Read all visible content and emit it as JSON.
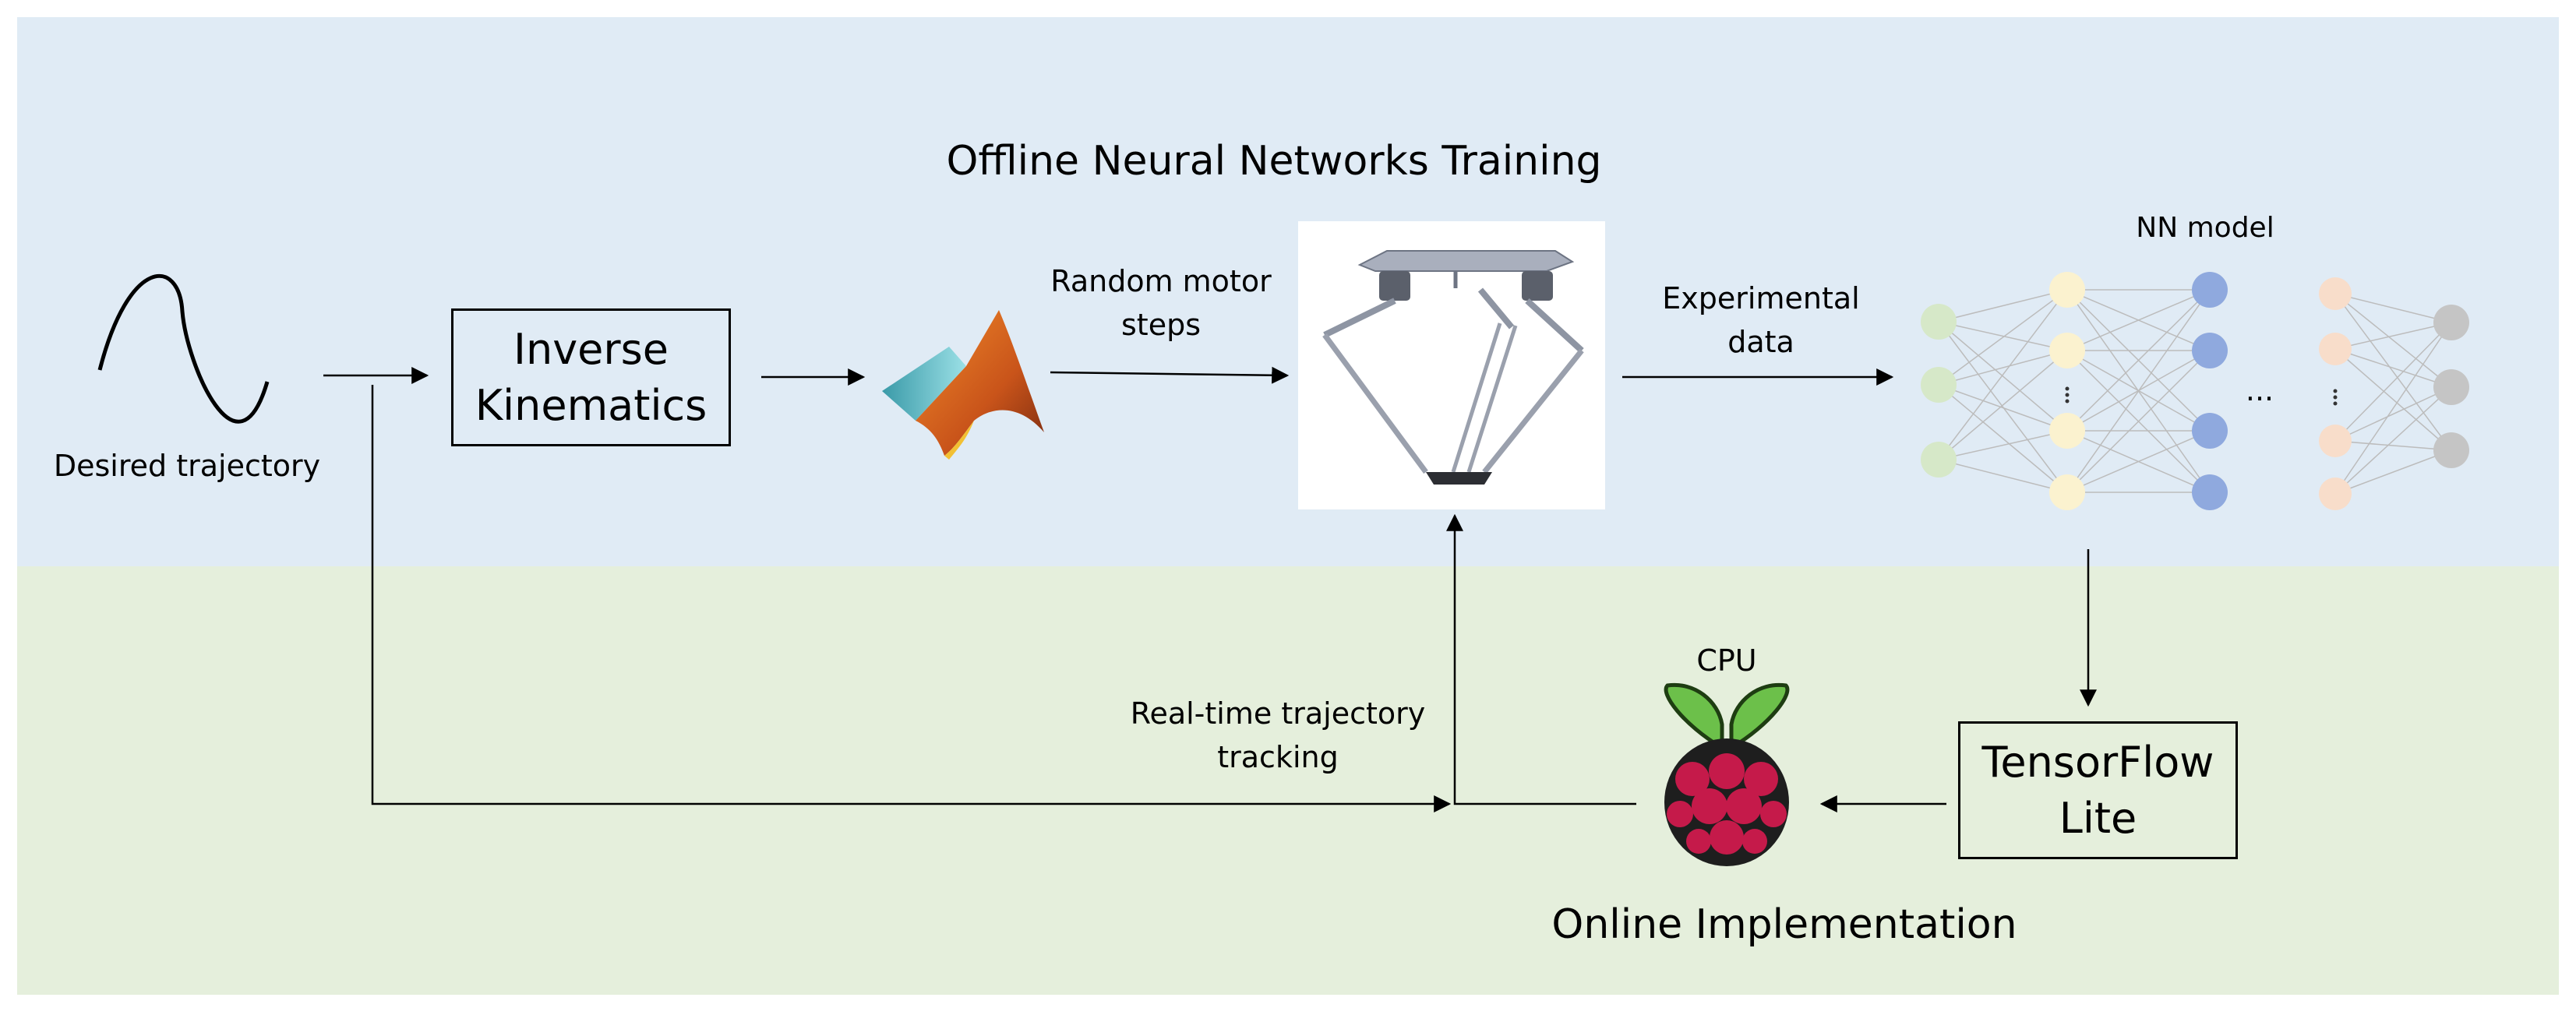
{
  "sections": {
    "offline_title": "Offline Neural Networks Training",
    "online_title": "Online Implementation"
  },
  "labels": {
    "desired_trajectory": "Desired trajectory",
    "random_motor_steps_1": "Random motor",
    "random_motor_steps_2": "steps",
    "experimental_data_1": "Experimental",
    "experimental_data_2": "data",
    "nn_model": "NN model",
    "cpu": "CPU",
    "realtime_1": "Real-time trajectory",
    "realtime_2": "tracking",
    "nn_ellipsis": "..."
  },
  "boxes": {
    "inverse_kinematics_1": "Inverse",
    "inverse_kinematics_2": "Kinematics",
    "tensorflow_lite_1": "TensorFlow",
    "tensorflow_lite_2": "Lite"
  },
  "colors": {
    "offline_bg": "#e0ebf5",
    "online_bg": "#e5efdc",
    "nn_input": "#d6e8c8",
    "nn_hidden1": "#fbf2cf",
    "nn_hidden2": "#8fa9de",
    "nn_hidden3": "#f8ddca",
    "nn_output": "#c5c5c5",
    "raspberry_red": "#c51a4a",
    "raspberry_leaf": "#6cc04a"
  }
}
